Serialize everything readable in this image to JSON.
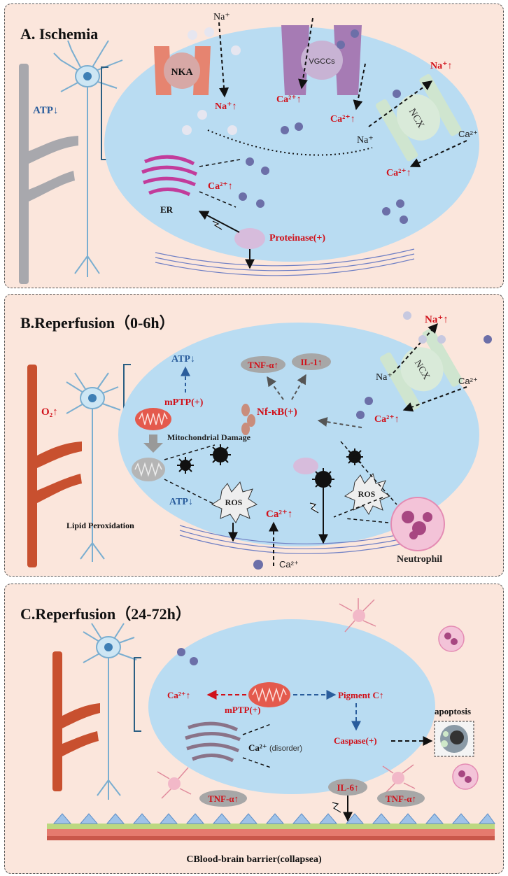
{
  "colors": {
    "panel_bg": "#fbe6dc",
    "cell_fill": "#b9dcf2",
    "red_label": "#d0111a",
    "blue_label": "#2a5d9c",
    "vessel_gray": "#a8a8ad",
    "vessel_red": "#c8502f",
    "neuron_blue": "#cde6f4"
  },
  "panel_a": {
    "title": "A. Ischemia",
    "atp_label": "ATP↓",
    "nka_label": "NKA",
    "vgcc_label": "VGCCs",
    "ncx_label": "NCX",
    "na_top": "Na⁺",
    "na_in": "Na⁺↑",
    "ca_vgcc_1": "Ca²⁺↑",
    "ca_vgcc_2": "Ca²⁺↑",
    "na_out_right": "Na⁺↑",
    "na_ncx": "Na⁺",
    "ca_ncx": "Ca²⁺",
    "ca_ncx_in": "Ca²⁺↑",
    "er_label": "ER",
    "ca_er": "Ca²⁺↑",
    "proteinase_label": "Proteinase(+)"
  },
  "panel_b": {
    "title": "B.Reperfusion（0-6h）",
    "o2_label": "O₂↑",
    "atp_top": "ATP↓",
    "mptp_label": "mPTP(+)",
    "mito_damage": "Mitochondrial Damage",
    "tnf_label": "TNF-α↑",
    "il1_label": "IL-1↑",
    "nfkb_label": "Nf-κB(+)",
    "na_out": "Na⁺↑",
    "na_ncx": "Na⁺",
    "ncx_label": "NCX",
    "ca_ncx": "Ca²⁺",
    "ca_in": "Ca²⁺↑",
    "atp_bottom": "ATP↓",
    "ros_left": "ROS",
    "ros_right": "ROS",
    "lipid_label": "Lipid Peroxidation",
    "ca_center": "Ca²⁺↑",
    "ca_bottom": "Ca²⁺",
    "neutrophil_label": "Neutrophil"
  },
  "panel_c": {
    "title": "C.Reperfusion（24-72h）",
    "ca_left": "Ca²⁺↑",
    "mptp_label": "mPTP(+)",
    "pigment_label": "Pigment C↑",
    "caspase_label": "Caspase(+)",
    "apoptosis_label": "apoptosis",
    "ca_disorder": "Ca²⁺",
    "disorder_suffix": "(disorder)",
    "tnf_left": "TNF-α↑",
    "il6_label": "IL-6↑",
    "tnf_right": "TNF-α↑",
    "bbb_label": "CBlood-brain barrier(collapsea)"
  }
}
